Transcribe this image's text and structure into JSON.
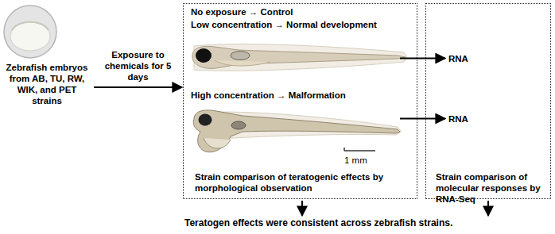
{
  "diagram": {
    "nodes": [
      {
        "text": [
          "Zebrafish embryos from AB, TU, RW, WIK, and PET strains"
        ]
      },
      {
        "text": [
          "No exposure → Control",
          "Low concentration → Normal development",
          "High concentration → Malformation",
          "Strain comparison of teratogenic effects by morphological observation"
        ]
      },
      {
        "text": [
          "Strain comparison of molecular responses by RNA-Seq"
        ]
      },
      {
        "text": [
          "RNA"
        ],
        "in": 2
      },
      {
        "text": [
          "RNA"
        ],
        "in": 2
      },
      {
        "text": [
          "Teratogen effects were consistent across zebrafish strains."
        ]
      }
    ],
    "edges": [
      {
        "from": 0,
        "to": 1,
        "arrow": "to",
        "label": "Exposure to chemicals for 5 days"
      },
      {
        "from": 1,
        "to": 3,
        "arrow": "to"
      },
      {
        "from": 1,
        "to": 4,
        "arrow": "to"
      },
      {
        "from": 1,
        "to": 5,
        "arrow": "to"
      },
      {
        "from": 2,
        "to": 5,
        "arrow": "to"
      }
    ],
    "labels": [
      "1 mm"
    ]
  }
}
